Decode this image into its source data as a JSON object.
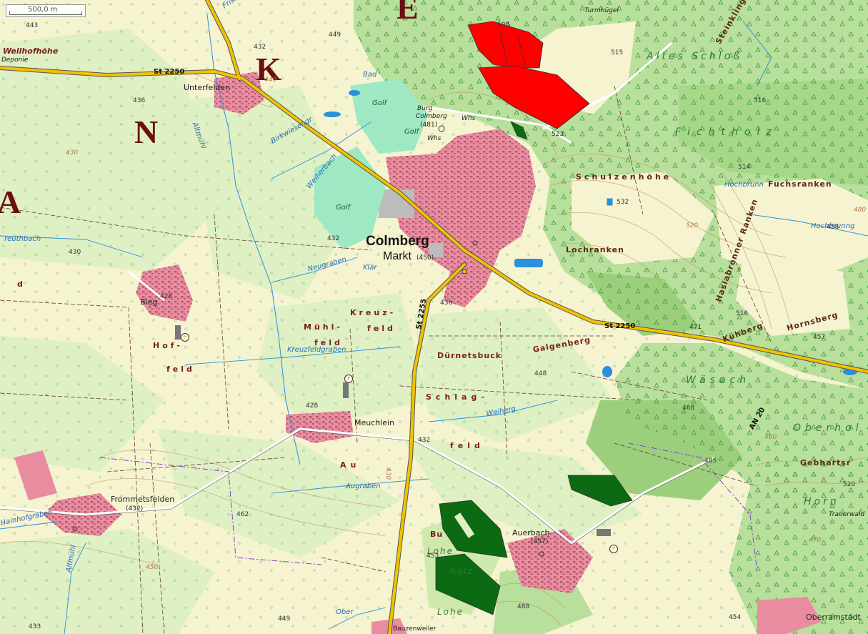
{
  "scale": {
    "label": "500,0 m"
  },
  "colors": {
    "background": "#f6f3d0",
    "meadow": "#dff0c4",
    "forest": "#b8df9b",
    "forest_dark": "#9ccf7c",
    "settlement": "#e98ca0",
    "golf": "#9fe8c4",
    "highlight_red": "#ff0000",
    "highlight_green": "#0b6a12",
    "road_main": "#f2c200",
    "water": "#2a8fdd"
  },
  "labels": {
    "letter_e": "E",
    "letter_k": "K",
    "letter_n": "N",
    "letter_a": "A",
    "colmberg": "Colmberg",
    "markt": "Markt",
    "markt_elev": "(450)",
    "unterfelden": "Unterfelden",
    "bieg": "Bieg",
    "meuchlein": "Meuchlein",
    "frommetsfelden": "Frommetsfelden",
    "frommetsfelden_elev": "(432)",
    "auerbach": "Auerbach",
    "auerbach_elev": "(457)",
    "oberramstadt": "Oberramstadt",
    "bauzenweiler": "Bauzenweiler",
    "wellhofhoehe": "Wellhofhöhe",
    "deponie": "Deponie",
    "burg_colmberg": "Burg",
    "burg_colmberg2": "Colmberg",
    "burg_elev": "(481)",
    "turmhuegel": "Turmhügel",
    "altes_schloss": "Altes Schloß",
    "fichtholz": "Fichtholz",
    "schulzenhoehe": "Schulzenhöhe",
    "fuchsranken": "Fuchsranken",
    "lochranken": "Lochranken",
    "steinklinge": "Steinklinge",
    "hasla": "Haslabronner Ranken",
    "kuehberg": "Kühberg",
    "hornsberg": "Hornsberg",
    "waesach": "Wäsach",
    "oberhol": "Oberhol",
    "gebhart": "Gebhartsr",
    "horn": "Horn",
    "trauerwald": "Trauerwald",
    "hochbrunn": "Hochbrunn",
    "hochbrunng": "Hochbrunng",
    "kreuz": "Kreuz-",
    "kreuzfeld": "feld",
    "muehl": "Mühl-",
    "muehlfeld": "feld",
    "hof": "Hof-",
    "hoffeld": "feld",
    "d_field": "d",
    "duernetsbuck": "Dürnetsbuck",
    "galgenberg": "Galgenberg",
    "schlag": "Schlag-",
    "schlagfeld": "feld",
    "au": "Au",
    "bu": "Bu",
    "lohe": "Lohe",
    "holz": "holz",
    "lohe2": "Lohe",
    "ober": "Ober",
    "golf1": "Golf",
    "golf2": "Golf",
    "golf3": "Golf",
    "whs1": "Whs",
    "whs2": "Whs",
    "bad": "Bad",
    "klaer": "Klär",
    "frischbach": "Frischbach",
    "birkwiesengr": "Birkwiesengr",
    "weiherbach": "Weiherbach",
    "altmuehl1": "Altmühl",
    "altmuehl2": "Altmühl",
    "neugraben": "Neugraben",
    "kreuzfeldgraben": "Kreuzfeldgraben",
    "weiherg": "Weiherg",
    "augraben": "Augraben",
    "hainhofgraben": "Hainhofgraben",
    "reuthbach": "reuthbach",
    "st2250_a": "St 2250",
    "st2250_b": "St 2250",
    "st2255": "St 2255",
    "an20": "AN 20"
  },
  "elevations": {
    "e443": "443",
    "e449a": "449",
    "e432a": "432",
    "e436a": "436",
    "e430": "430",
    "e428a": "428",
    "e432b": "432",
    "e436b": "436",
    "e428b": "428",
    "e432c": "432",
    "e462": "462",
    "e433": "433",
    "e449b": "449",
    "e453": "453",
    "e488": "488",
    "e454": "454",
    "e448": "448",
    "e468": "468",
    "e485": "485",
    "e520": "520",
    "e471": "471",
    "e516a": "516",
    "e457": "457",
    "e458": "458",
    "e514": "514",
    "e516b": "516",
    "e515": "515",
    "e508": "508",
    "e523": "523",
    "e532": "532"
  },
  "contours": {
    "c440": "440",
    "c430a": "430",
    "c460": "460",
    "c450": "450",
    "c470": "470",
    "c480": "480",
    "c520": "520",
    "c430b": "430"
  }
}
